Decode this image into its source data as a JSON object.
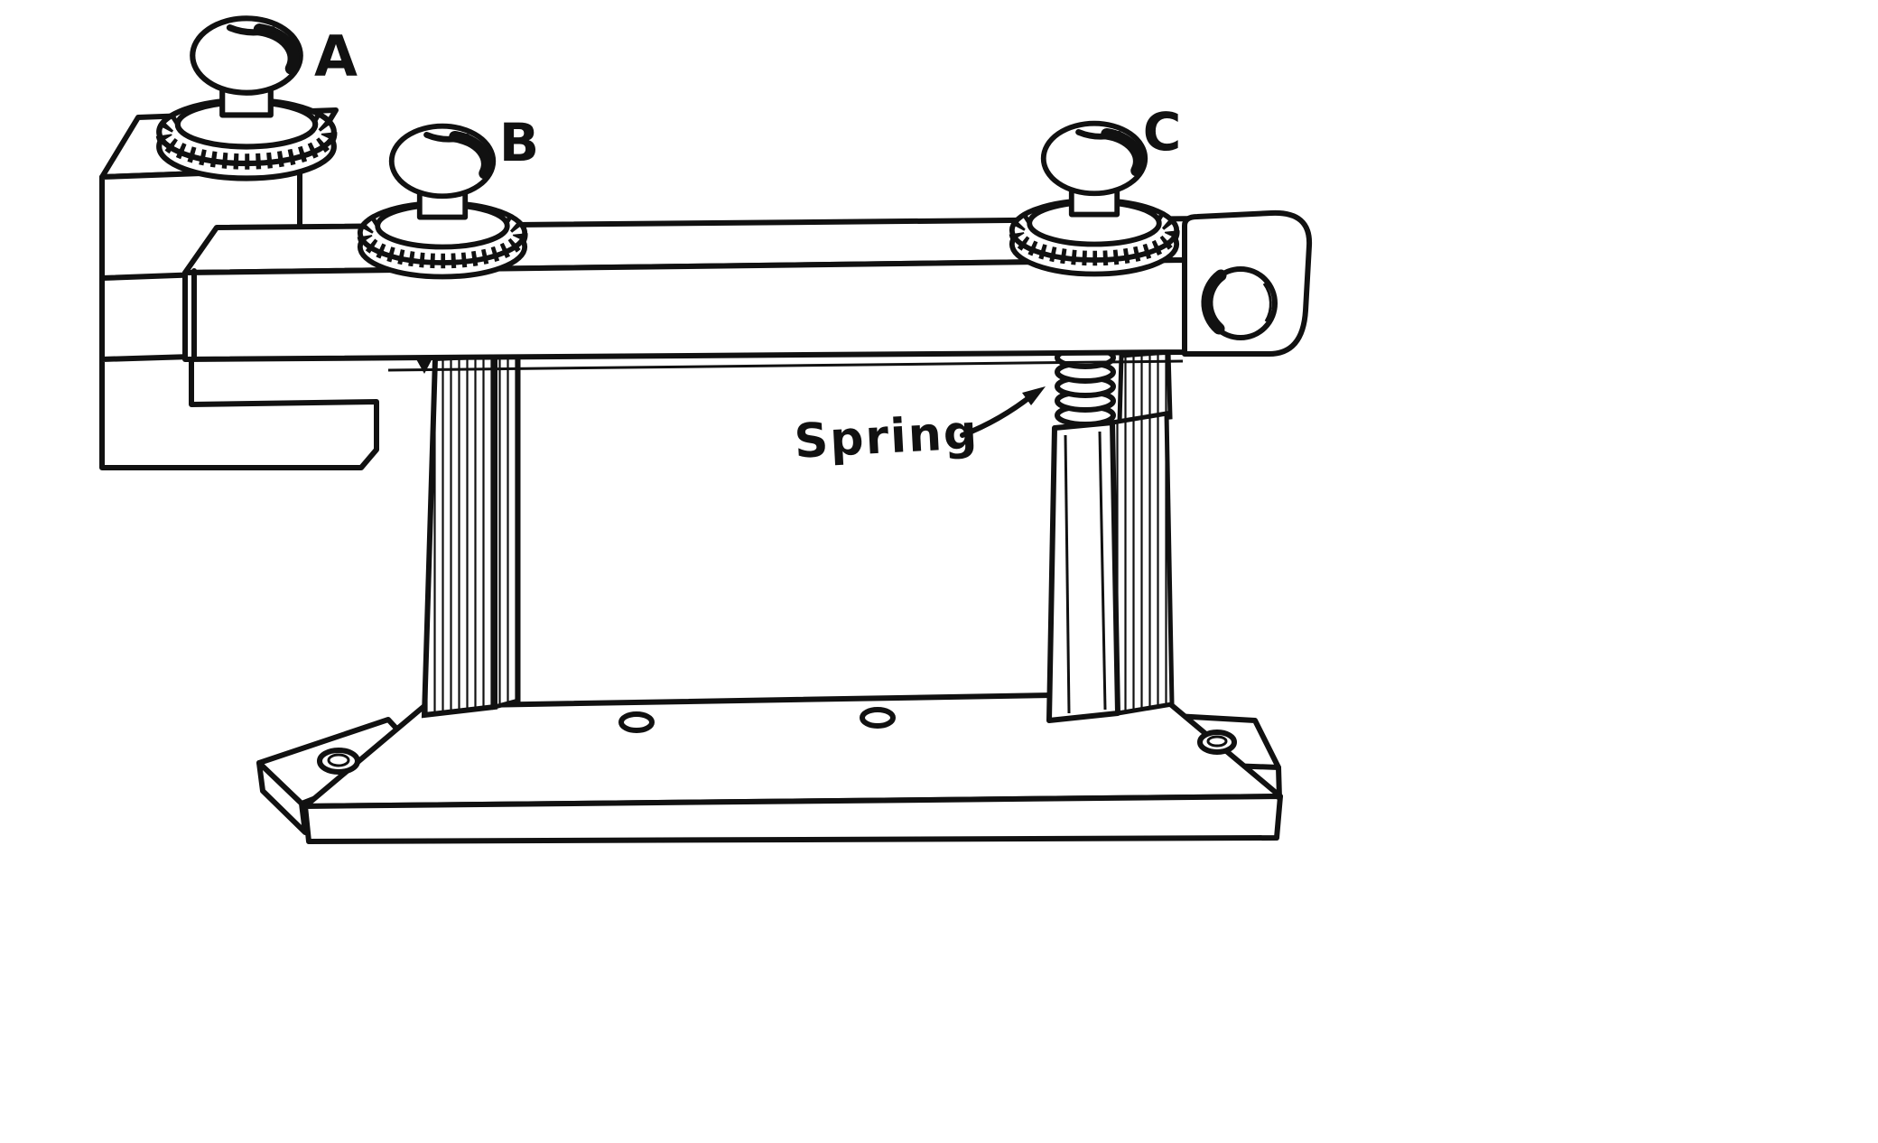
{
  "figure": {
    "labels": {
      "part_a": "A",
      "part_b": "B",
      "part_c": "C",
      "spring": "Spring"
    },
    "colors": {
      "ink": "#111111",
      "background": "#ffffff"
    }
  }
}
